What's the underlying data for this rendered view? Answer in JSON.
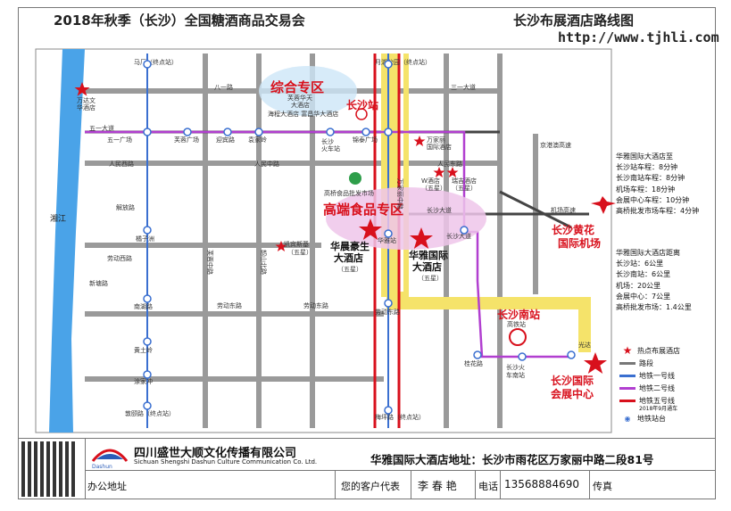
{
  "header": {
    "title": "2018年秋季（长沙）全国糖酒商品交易会",
    "route_title": "长沙布展酒店路线图",
    "url": "http://www.tjhli.com"
  },
  "zones": {
    "comprehensive": "综合专区",
    "premium_food": "高端食品专区"
  },
  "hotels": {
    "furong": [
      "芙蓉华天",
      "大酒店"
    ],
    "wanda": [
      "万达文",
      "华酒店"
    ],
    "wanjiali": [
      "万家丽",
      "国际酒店"
    ],
    "w": [
      "W酒店",
      "（五星）"
    ],
    "ruiji": [
      "瑞吉酒店",
      "（五星）"
    ],
    "kaibinsiji": [
      "凯宾斯基",
      "（五星）"
    ],
    "huachen": [
      "华晨豪生",
      "大酒店",
      "（五星）"
    ],
    "huaya": [
      "华雅国际",
      "大酒店",
      "（五星）"
    ]
  },
  "landmarks": {
    "changsha_station": "长沙站",
    "south_station": "长沙南站",
    "south_station_sub": "高铁站",
    "airport": [
      "长沙黄花",
      "国际机场"
    ],
    "expo": [
      "长沙国际",
      "会展中心"
    ],
    "gaoqiao_market": "高桥食品批发市场",
    "xiangjiang": "湘江",
    "haitian": "海程大酒店 富昌华大酒店"
  },
  "roads": {
    "wuyi": "五一大道",
    "renmin": "人民西路",
    "renmin_e": "人民东路",
    "renmin_m": "人民中路",
    "bayi": "八一路",
    "wanjiali": "万家丽中路",
    "changsha_dadao": "长沙大道",
    "laodong": "劳动东路",
    "laodong_w": "劳动西路",
    "shaoshan": "韶山北路",
    "furong": "芙蓉中路",
    "airport_exp": "机场高速",
    "jingzhu": "京港澳高速",
    "sanyi": "三一大道",
    "xintang": "新塘路",
    "jiefang": "解放路"
  },
  "stations": {
    "wuyiguangchang": "五一广场",
    "furongguangchang": "芙蓉广场",
    "yingbinlu": "迎宾路",
    "yuanjiaqiao": "袁家岭",
    "changsha_huoche": [
      "长沙",
      "火车站"
    ],
    "jinxinglu": "锦泰广场",
    "wanjialiguangchang": "万家丽广场",
    "juzizhou": "橘子洲",
    "nanhu": "南湖路",
    "huangtuling": "黄土岭",
    "tuanjie": "涂家冲",
    "zhentou": "敦颐路（终点站）",
    "yuehu": "月湖公园（终点站）",
    "maling": "马厂（终点站）",
    "huayazhan": "华雅站",
    "changsha_dadao_st": "长沙大道",
    "laodonglu": "劳动东路",
    "guitanglu": "桂花路",
    "south_huoche": [
      "长沙火",
      "车南站"
    ],
    "guangda": "光达",
    "xuhu": "新塘湖",
    "hengshan": "梅坪路（终点站）"
  },
  "info_box": {
    "title": "华雅国际大酒店至",
    "rows": [
      "长沙站车程：8分钟",
      "长沙南站车程：8分钟",
      "机场车程：18分钟",
      "会展中心车程：10分钟",
      "高桥批发市场车程：4分钟"
    ]
  },
  "info_box2": {
    "title": "华雅国际大酒店距离",
    "rows": [
      "长沙站：6公里",
      "长沙南站：6公里",
      "机场：20公里",
      "会展中心：7公里",
      "高桥批发市场：1.4公里"
    ]
  },
  "legend": {
    "items": [
      "热点布展酒店",
      "路段",
      "地铁一号线",
      "地铁二号线",
      "地铁五号线",
      "2018年9月通车",
      "地铁站台"
    ]
  },
  "company": {
    "name_cn": "四川盛世大顺文化传播有限公司",
    "name_en": "Sichuan Shengshi Dashun Culture Communication Co. Ltd.",
    "logo_text": "Dashun"
  },
  "address": "华雅国际大酒店地址：长沙市雨花区万家丽中路二段81号",
  "footer": {
    "office_label": "办公地址",
    "rep_label": "您的客户代表",
    "rep_name": "李 春 艳",
    "phone_label": "电话",
    "phone": "13568884690",
    "fax_label": "传真"
  },
  "colors": {
    "red": "#d8101c",
    "purple": "#b13fd0",
    "blue": "#3a6fd0",
    "yellow": "#f5e36a",
    "pink_zone": "#efc6ea",
    "river": "#4aa3e8"
  }
}
